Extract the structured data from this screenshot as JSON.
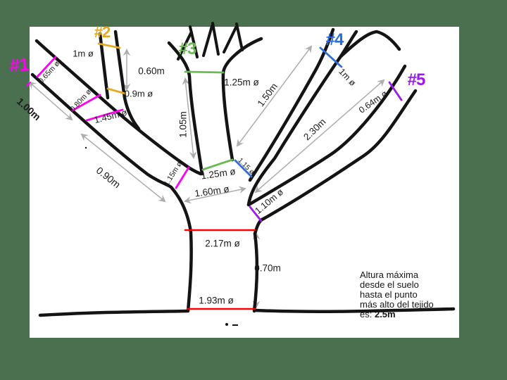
{
  "colors": {
    "border_green": "#4a7050",
    "paper_white": "#ffffff",
    "ink_black": "#141414",
    "branch1_magenta": "#ff00f2",
    "branch2_orange": "#e5a91f",
    "branch3_green": "#6cba54",
    "branch4_blue": "#2e6cd9",
    "branch5_purple": "#9d18ec",
    "trunk_red": "#ff0000",
    "arrow_gray": "#adadad"
  },
  "tags": {
    "b1": "#1",
    "b2": "#2",
    "b3": "#3",
    "b4": "#4",
    "b5": "#5"
  },
  "diameters": {
    "b1_tip": "0.65m ø",
    "b1_mid": "0.80m ø",
    "b1_low": "1.45m ø",
    "b1_base": "1.15m ø",
    "b2_top": "1m ø",
    "b2_low": "0.9m ø",
    "b3_top": "1.25m ø",
    "b3_base": "1.25m ø",
    "b4_fork": "1m ø",
    "b4_base": "1.15 ø",
    "b5_tip": "0.64m ø",
    "b5_base": "1.10m ø",
    "crotch": "1.60m ø",
    "trunk_upper": "2.17m ø",
    "trunk_ground": "1.93m ø"
  },
  "lengths": {
    "b1_upper": "1.00m",
    "b1_lower": "0.90m",
    "b2": "0.60m",
    "b3": "1.05m",
    "b4": "1.50m",
    "b5": "2.30m",
    "trunk": "0.70m"
  },
  "note": {
    "line1": "Altura máxima",
    "line2": "desde el suelo",
    "line3": "hasta el punto",
    "line4": "más alto del tejido",
    "line5_prefix": "es: ",
    "line5_value": "2.5m"
  }
}
